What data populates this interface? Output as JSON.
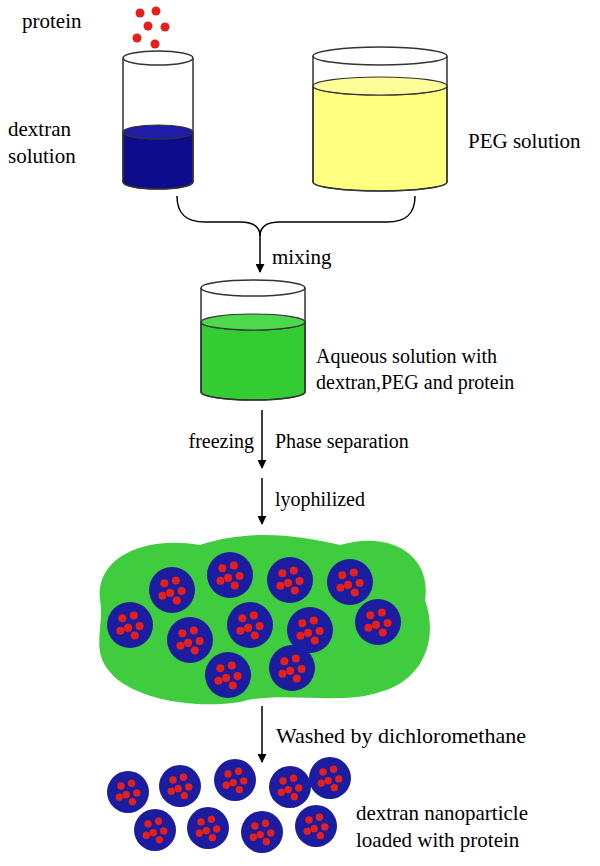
{
  "diagram": {
    "labels": [
      "protein",
      "dextran solution",
      "PEG solution",
      "mixing",
      "Aqueous solution with dextran,PEG and protein",
      "freezing",
      "Phase separation",
      "lyophilized",
      "Washed by dichloromethane",
      "dextran nanoparticle loaded with protein"
    ]
  }
}
